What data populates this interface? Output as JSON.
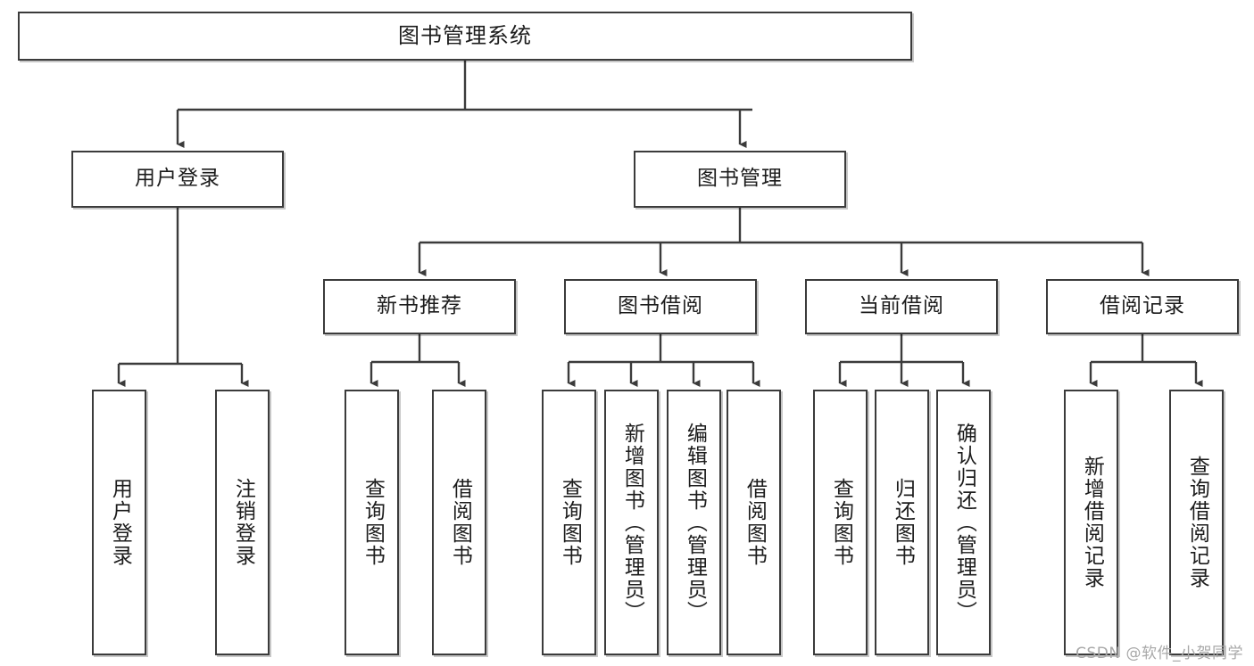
{
  "diagram": {
    "type": "tree",
    "title": "图书管理系统",
    "root": {
      "label": "图书管理系统"
    },
    "level2": [
      {
        "label": "用户登录"
      },
      {
        "label": "图书管理"
      }
    ],
    "level3": [
      {
        "label": "新书推荐"
      },
      {
        "label": "图书借阅"
      },
      {
        "label": "当前借阅"
      },
      {
        "label": "借阅记录"
      }
    ],
    "leaves": {
      "user_login": [
        {
          "label": "用户登录"
        },
        {
          "label": "注销登录"
        }
      ],
      "new_book_recommend": [
        {
          "label": "查询图书"
        },
        {
          "label": "借阅图书"
        }
      ],
      "book_borrow": [
        {
          "label": "查询图书"
        },
        {
          "label": "新增图书（管理员）"
        },
        {
          "label": "编辑图书（管理员）"
        },
        {
          "label": "借阅图书"
        }
      ],
      "current_borrow": [
        {
          "label": "查询图书"
        },
        {
          "label": "归还图书"
        },
        {
          "label": "确认归还（管理员）"
        }
      ],
      "borrow_record": [
        {
          "label": "新增借阅记录"
        },
        {
          "label": "查询借阅记录"
        }
      ]
    },
    "watermark": "CSDN @软件_小贺同学",
    "colors": {
      "stroke": "#3b3b3b",
      "background": "#ffffff",
      "text": "#1c1c1c",
      "watermark": "#a8a8a8"
    }
  }
}
